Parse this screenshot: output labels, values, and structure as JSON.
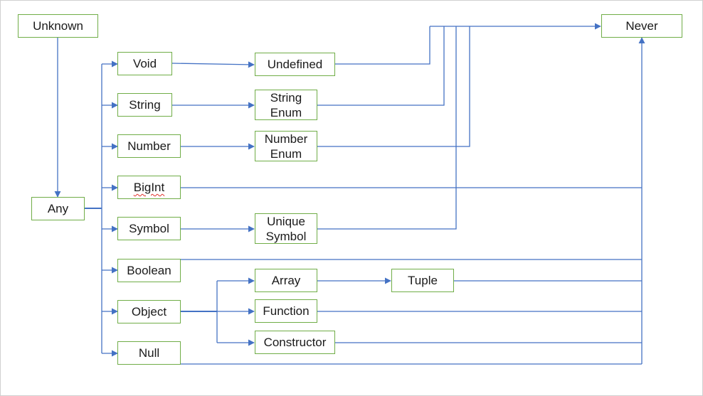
{
  "diagram": {
    "colors": {
      "node_border": "#70ad47",
      "edge": "#4472c4",
      "text": "#1a1a1a"
    },
    "nodes": {
      "unknown": "Unknown",
      "any": "Any",
      "never": "Never",
      "void": "Void",
      "string": "String",
      "number": "Number",
      "bigint": "BigInt",
      "symbol": "Symbol",
      "boolean": "Boolean",
      "object": "Object",
      "null": "Null",
      "undefined": "Undefined",
      "string_enum": "String\nEnum",
      "number_enum": "Number\nEnum",
      "unique_symbol": "Unique\nSymbol",
      "array": "Array",
      "function": "Function",
      "constructor": "Constructor",
      "tuple": "Tuple"
    }
  }
}
